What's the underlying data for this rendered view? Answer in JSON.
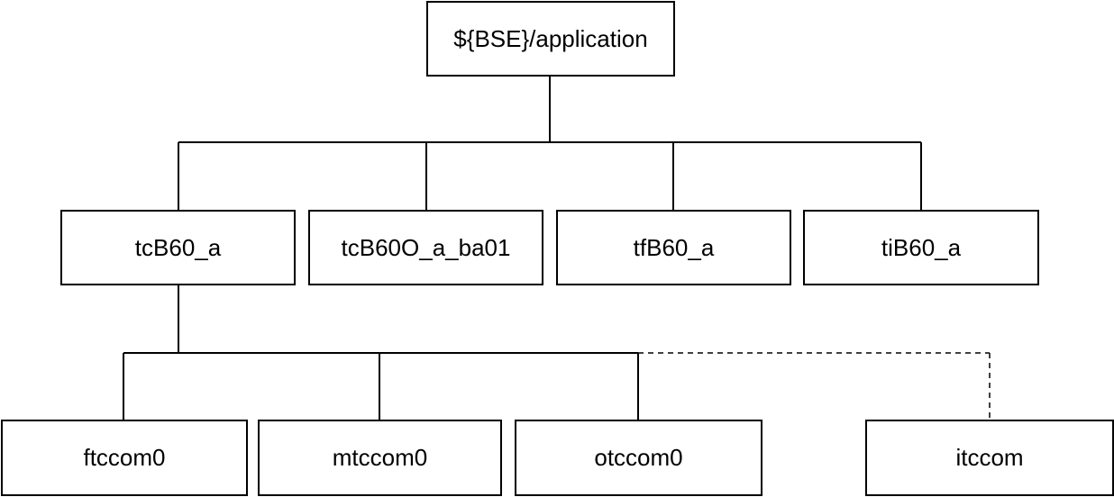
{
  "diagram": {
    "root": {
      "label": "${BSE}/application"
    },
    "level1": [
      {
        "label": "tcB60_a"
      },
      {
        "label": "tcB60O_a_ba01"
      },
      {
        "label": "tfB60_a"
      },
      {
        "label": "tiB60_a"
      }
    ],
    "level2": [
      {
        "label": "ftccom0"
      },
      {
        "label": "mtccom0"
      },
      {
        "label": "otccom0"
      },
      {
        "label": "itccom"
      }
    ],
    "colors": {
      "line": "#000000",
      "box_border": "#000000",
      "box_fill": "#ffffff",
      "text": "#000000"
    }
  }
}
